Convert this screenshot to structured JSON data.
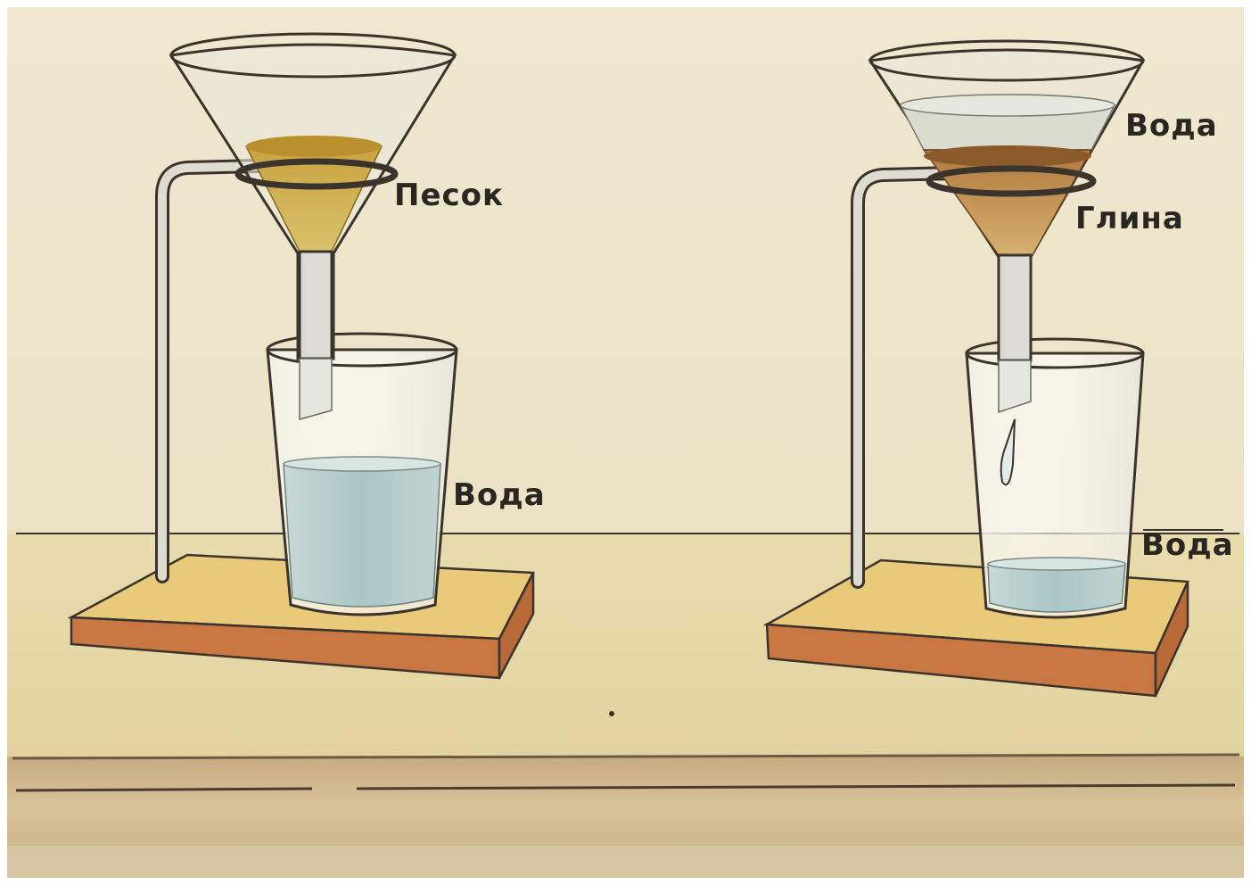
{
  "colors": {
    "paper": "#ece4c8",
    "table_top": "#e6d8a8",
    "table_edge": "#b89a6e",
    "board_top": "#e9c97a",
    "board_side": "#c97742",
    "sand": "#c9a442",
    "clay": "#8a5a2a",
    "water": "#b8cfd0",
    "outline": "#3a342c"
  },
  "left_setup": {
    "filter_label": "Песок",
    "water_label": "Вода"
  },
  "right_setup": {
    "water_top_label": "Вода",
    "filter_label": "Глина",
    "water_bottom_label": "Вода"
  }
}
